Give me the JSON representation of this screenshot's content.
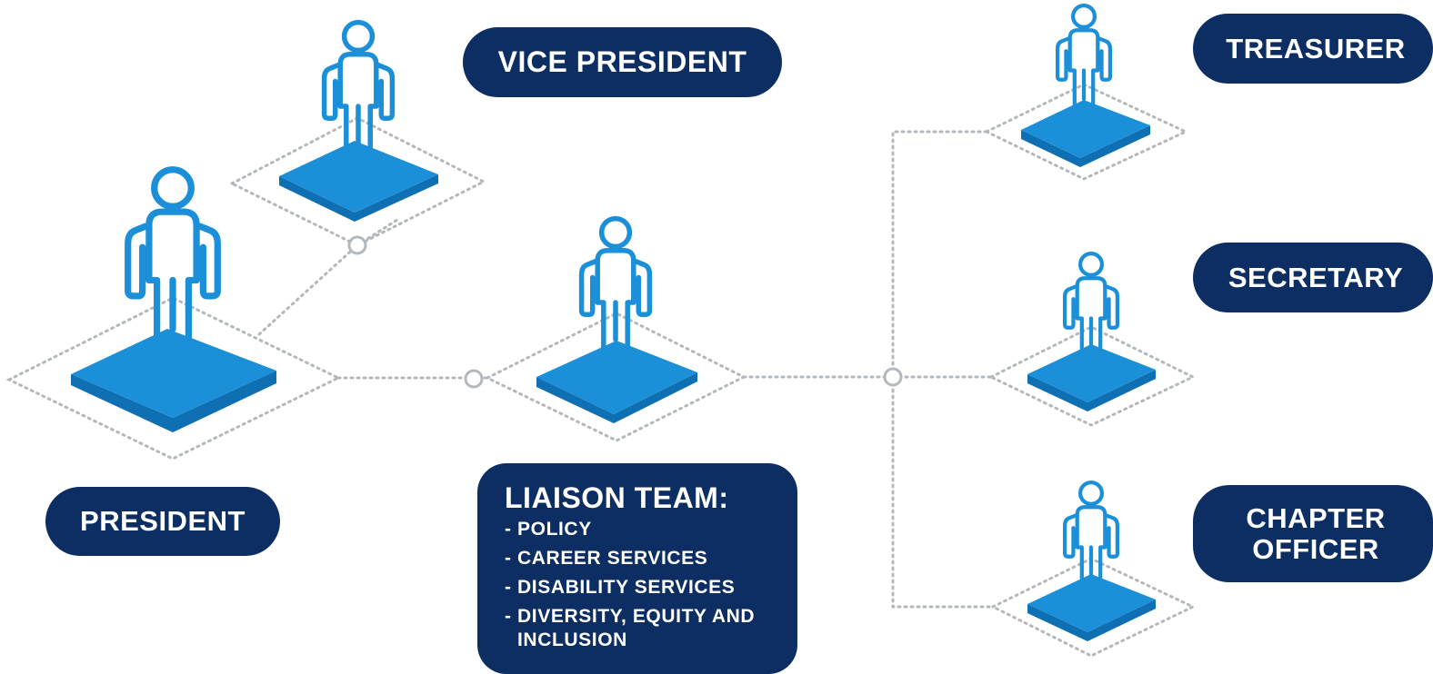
{
  "roles": {
    "vice_president": "VICE PRESIDENT",
    "president": "PRESIDENT",
    "treasurer": "TREASURER",
    "secretary": "SECRETARY",
    "chapter_officer": "CHAPTER OFFICER"
  },
  "liaison": {
    "title": "LIAISON TEAM:",
    "items": [
      "- POLICY",
      "- CAREER SERVICES",
      "- DISABILITY SERVICES",
      "- DIVERSITY, EQUITY AND INCLUSION"
    ]
  },
  "colors": {
    "navy": "#0c2e63",
    "platform_top": "#1b8fd8",
    "platform_side": "#0f6fb3",
    "figure_stroke": "#1b8fd8",
    "connector": "#b3b8bd"
  },
  "icons": {
    "person": "person-icon",
    "platform": "platform-icon",
    "node": "connector-node-icon"
  }
}
